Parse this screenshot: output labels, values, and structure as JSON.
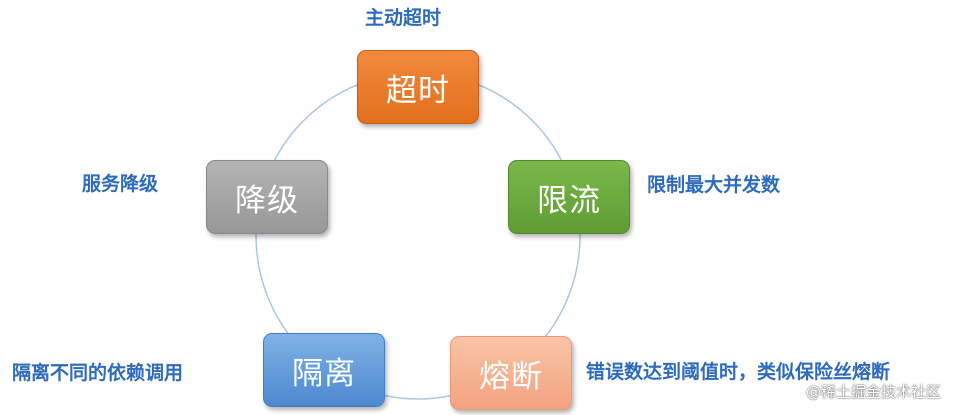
{
  "diagram": {
    "ring_color": "#a9c6e6",
    "nodes": {
      "timeout": {
        "label": "超时",
        "color": "#e8782a"
      },
      "limit": {
        "label": "限流",
        "color": "#6aa63c"
      },
      "breaker": {
        "label": "熔断",
        "color": "#f4b08f"
      },
      "isolate": {
        "label": "隔离",
        "color": "#5b95d6"
      },
      "degrade": {
        "label": "降级",
        "color": "#a3a3a3"
      }
    },
    "notes": {
      "timeout": "主动超时",
      "limit": "限制最大并发数",
      "breaker": "错误数达到阈值时，类似保险丝熔断",
      "isolate": "隔离不同的依赖调用",
      "degrade": "服务降级"
    },
    "note_color": "#2e6bbd"
  },
  "watermark": "@稀土掘金技术社区"
}
